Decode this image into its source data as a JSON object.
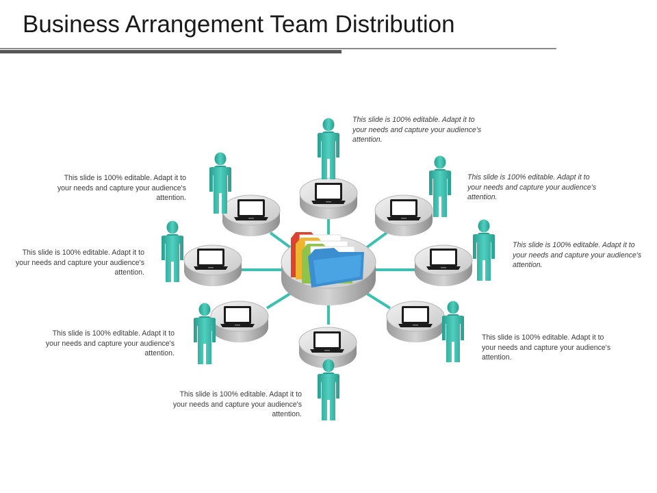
{
  "title": "Business Arrangement Team Distribution",
  "captions": [
    "This slide is 100% editable. Adapt it to your needs and capture your audience's attention.",
    "This slide is 100% editable. Adapt it to your needs and capture your audience's attention.",
    "This slide is 100% editable. Adapt it to your needs and capture your audience's attention.",
    "This slide is 100% editable. Adapt it to your needs and capture your audience's attention.",
    "This slide is 100% editable. Adapt it to your needs and capture your audience's attention.",
    "This slide is 100% editable. Adapt it to your needs and capture your audience's attention.",
    "This slide is 100% editable. Adapt it to your needs and capture your audience's attention.",
    "This slide is 100% editable. Adapt it to your needs and capture your audience's attention."
  ],
  "colors": {
    "person": "#3cc0b0",
    "connector": "#3cc0b0",
    "folder_back": "#d9432f",
    "folder_mid": "#f0b52e",
    "folder_green": "#8fc34a",
    "folder_front": "#3b8ed0"
  },
  "icons": [
    "person-icon",
    "laptop-icon",
    "folder-stack-icon",
    "hub-platform"
  ]
}
